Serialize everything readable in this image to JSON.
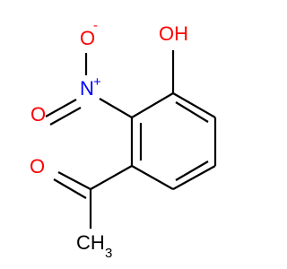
{
  "molecule": {
    "atoms": {
      "hydroxyl": "OH",
      "nitro_nitrogen": "N",
      "nitro_charge": "+",
      "nitro_oxygen_top": "O",
      "nitro_oxygen_top_charge": "-",
      "nitro_oxygen_bottom": "O",
      "carbonyl_oxygen": "O",
      "methyl_carbon": "CH",
      "methyl_subscript": "3"
    },
    "colors": {
      "bond": "#000000",
      "oxygen": "#ff0000",
      "nitrogen": "#0000ff",
      "carbon": "#000000",
      "background": "#ffffff"
    }
  }
}
